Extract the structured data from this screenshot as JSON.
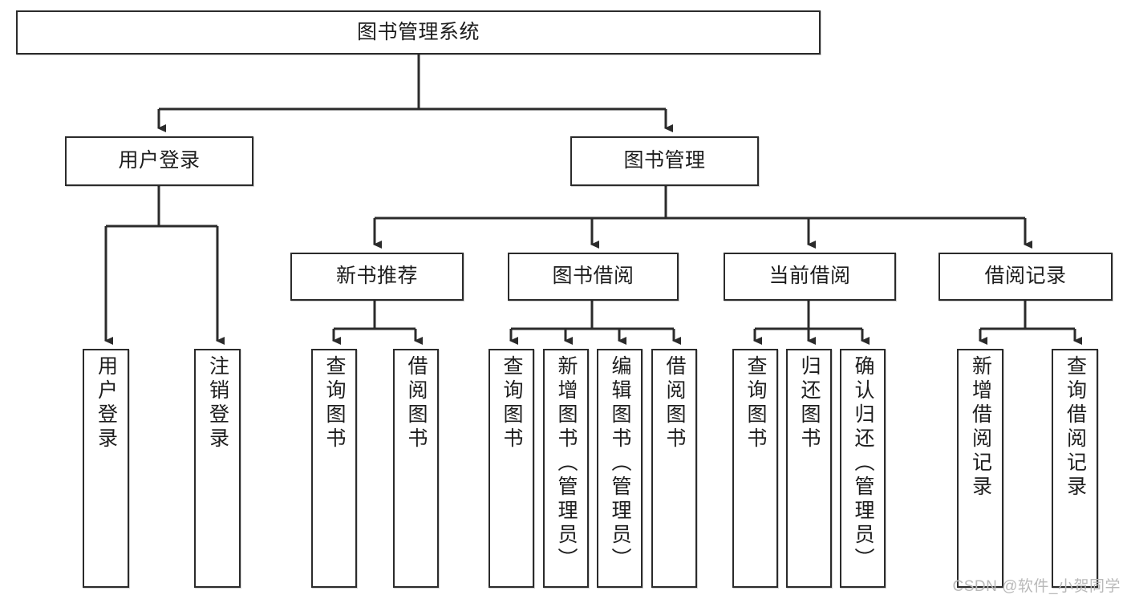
{
  "diagram": {
    "title": "图书管理系统",
    "watermark": "CSDN @软件_小贺同学",
    "stroke_color": "#2b2b2b",
    "background_color": "#ffffff",
    "text_color": "#1d1d1d",
    "watermark_color": "#b9b9b9",
    "root": {
      "label": "图书管理系统"
    },
    "level2": [
      {
        "label": "用户登录"
      },
      {
        "label": "图书管理"
      }
    ],
    "level3": [
      {
        "label": "新书推荐"
      },
      {
        "label": "图书借阅"
      },
      {
        "label": "当前借阅"
      },
      {
        "label": "借阅记录"
      }
    ],
    "leaves": [
      {
        "label": "用户登录",
        "parent": "用户登录"
      },
      {
        "label": "注销登录",
        "parent": "用户登录"
      },
      {
        "label": "查询图书",
        "parent": "新书推荐"
      },
      {
        "label": "借阅图书",
        "parent": "新书推荐"
      },
      {
        "label": "查询图书",
        "parent": "图书借阅"
      },
      {
        "label": "新增图书（管理员）",
        "parent": "图书借阅"
      },
      {
        "label": "编辑图书（管理员）",
        "parent": "图书借阅"
      },
      {
        "label": "借阅图书",
        "parent": "图书借阅"
      },
      {
        "label": "查询图书",
        "parent": "当前借阅"
      },
      {
        "label": "归还图书",
        "parent": "当前借阅"
      },
      {
        "label": "确认归还（管理员）",
        "parent": "当前借阅"
      },
      {
        "label": "新增借阅记录",
        "parent": "借阅记录"
      },
      {
        "label": "查询借阅记录",
        "parent": "借阅记录"
      }
    ]
  }
}
